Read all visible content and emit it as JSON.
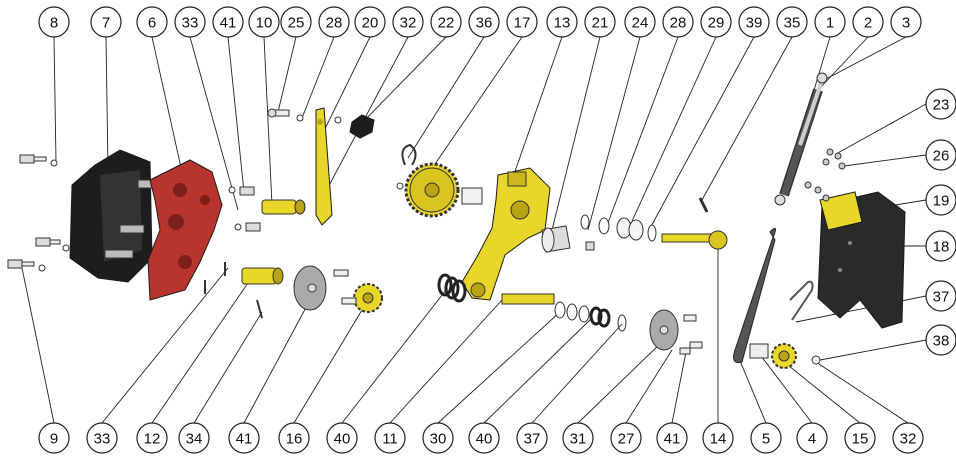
{
  "diagram": {
    "colors": {
      "yellow_part": "#e8d62a",
      "yellow_dark": "#b9a514",
      "red_part": "#b8352f",
      "red_dark": "#7d1f1b",
      "black_part": "#1d1d1d",
      "grey_part": "#9a9a9a",
      "metal": "#cfcfcf",
      "outline": "#1a1a1a"
    },
    "top_labels": [
      "8",
      "7",
      "6",
      "33",
      "41",
      "10",
      "25",
      "28",
      "20",
      "32",
      "22",
      "36",
      "17",
      "13",
      "21",
      "24",
      "28",
      "29",
      "39",
      "35",
      "1",
      "2",
      "3"
    ],
    "bottom_labels": [
      "9",
      "33",
      "12",
      "34",
      "41",
      "16",
      "40",
      "11",
      "30",
      "40",
      "37",
      "31",
      "27",
      "41",
      "14",
      "5",
      "4",
      "15",
      "32"
    ],
    "right_labels": [
      "23",
      "26",
      "19",
      "18",
      "37",
      "38"
    ]
  }
}
